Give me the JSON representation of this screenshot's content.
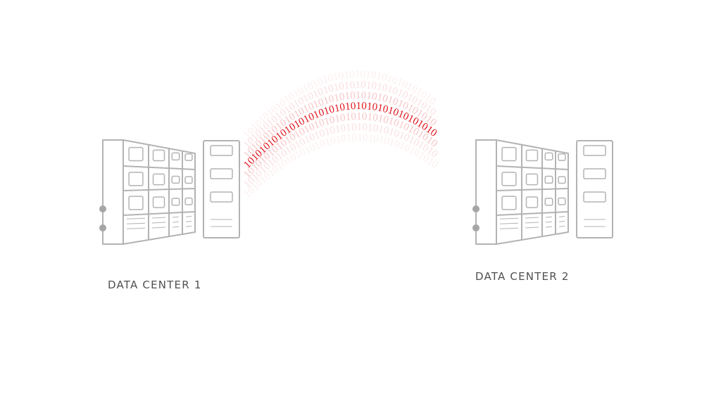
{
  "colors": {
    "background": "#ffffff",
    "outline": "#b3b3b3",
    "dots": "#a6a6a6",
    "label": "#505050",
    "data_stream": "#e2141b"
  },
  "data_center_1": {
    "label": "DATA CENTER 1",
    "icon": "server-rack-icon"
  },
  "data_center_2": {
    "label": "DATA CENTER 2",
    "icon": "server-rack-icon"
  },
  "data_stream": {
    "icon": "binary-data-arc",
    "bits": "1010101010101010101010101010101010101010"
  }
}
